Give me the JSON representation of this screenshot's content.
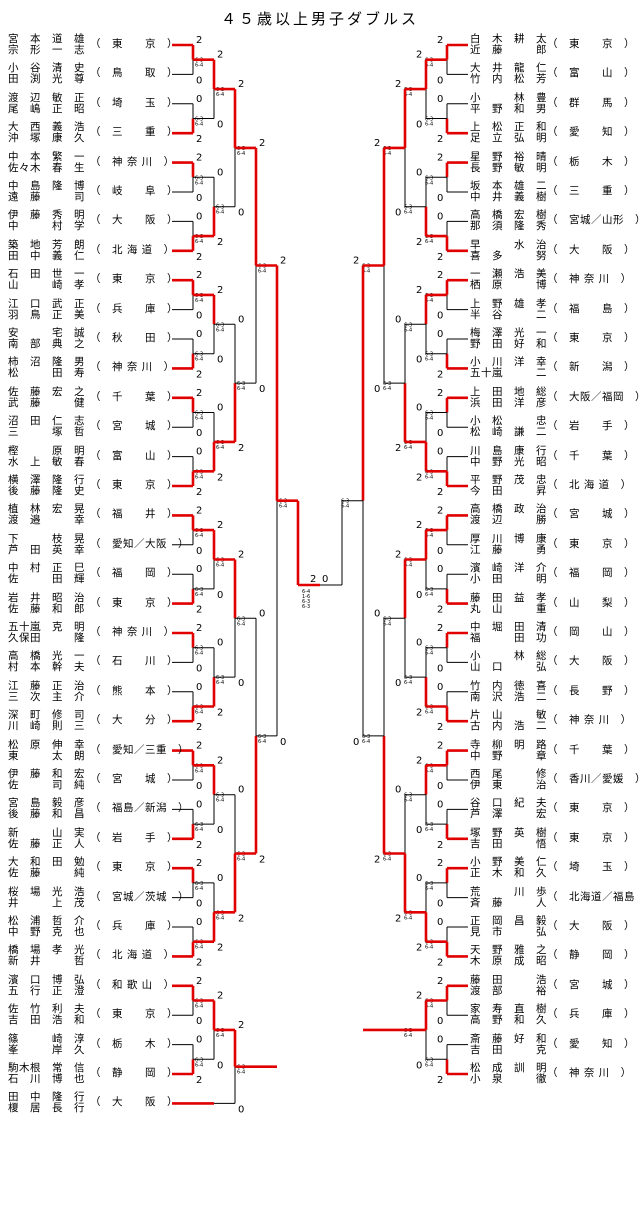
{
  "title": "４５歳以上男子ダブルス",
  "left_entries": [
    {
      "p1": "宮　本　道　雄",
      "p2": "宗　形　一　志",
      "pref": "（　東　　京　）"
    },
    {
      "p1": "小　谷　清　史",
      "p2": "田　渕　光　尊",
      "pref": "（　鳥　　取　）"
    },
    {
      "p1": "渡　辺　敏　正",
      "p2": "尾　嶋　正　昭",
      "pref": "（　埼　　玉　）"
    },
    {
      "p1": "大　西　義　浩",
      "p2": "沖　塚　康　久",
      "pref": "（　三　　重　）"
    },
    {
      "p1": "中　本　繁　一",
      "p2": "佐々木　春　生",
      "pref": "（　神 奈 川　）"
    },
    {
      "p1": "中　島　隆　博",
      "p2": "遠　藤　　　司",
      "pref": "（　岐　　阜　）"
    },
    {
      "p1": "伊　藤　秀　明",
      "p2": "中　　　村　学",
      "pref": "（　大　　阪　）"
    },
    {
      "p1": "築　地　芳　朗",
      "p2": "田　中　義　仁",
      "pref": "（　北 海 道　）"
    },
    {
      "p1": "石　田　世　一",
      "p2": "山　　　崎　孝",
      "pref": "（　東　　京　）"
    },
    {
      "p1": "江　口　武　正",
      "p2": "羽　鳥　正　美",
      "pref": "（　兵　　庫　）"
    },
    {
      "p1": "安　　　宅　誠",
      "p2": "南　部　典　之",
      "pref": "（　秋　　田　）"
    },
    {
      "p1": "柿　沼　隆　男",
      "p2": "松　　　田　寿",
      "pref": "（　神 奈 川　）"
    },
    {
      "p1": "佐　藤　宏　之",
      "p2": "武　藤　　　健",
      "pref": "（　千　　葉　）"
    },
    {
      "p1": "沼　田　仁　志",
      "p2": "三　　　塚　哲",
      "pref": "（　宮　　城　）"
    },
    {
      "p1": "樫　　　原　明",
      "p2": "水　上　敏　春",
      "pref": "（　富　　山　）"
    },
    {
      "p1": "横　澤　隆　行",
      "p2": "後　藤　隆　史",
      "pref": "（　東　　京　）"
    },
    {
      "p1": "植　林　宏　晃",
      "p2": "渡　邉　　　幸",
      "pref": "（　福　　井　）"
    },
    {
      "p1": "下　　　枝　晃",
      "p2": "芦　田　英　幸",
      "pref": "（　愛知／大阪　）"
    },
    {
      "p1": "中　村　正　巳",
      "p2": "佐　　　田　輝",
      "pref": "（　福　　岡　）"
    },
    {
      "p1": "岩　井　昭　治",
      "p2": "佐　藤　和　郎",
      "pref": "（　東　　京　）"
    },
    {
      "p1": "五十嵐　克　明",
      "p2": "久保田　　　隆",
      "pref": "（　神 奈 川　）"
    },
    {
      "p1": "高　橋　光　一",
      "p2": "村　本　幹　夫",
      "pref": "（　石　　川　）"
    },
    {
      "p1": "江　藤　正　治",
      "p2": "三　次　主　介",
      "pref": "（　熊　　本　）"
    },
    {
      "p1": "深　町　修　司",
      "p2": "川　崎　則　三",
      "pref": "（　大　　分　）"
    },
    {
      "p1": "松　原　伸　幸",
      "p2": "東　　　太　朗",
      "pref": "（　愛知／三重　）"
    },
    {
      "p1": "伊　藤　和　宏",
      "p2": "佐　　　司　純",
      "pref": "（　宮　　城　）"
    },
    {
      "p1": "宮　島　毅　彦",
      "p2": "後　藤　和　昌",
      "pref": "（　福島／新潟　）"
    },
    {
      "p1": "新　　　山　実",
      "p2": "佐　藤　正　人",
      "pref": "（　岩　　手　）"
    },
    {
      "p1": "大　和　田　勉",
      "p2": "佐　藤　　　純",
      "pref": "（　東　　京　）"
    },
    {
      "p1": "桜　場　光　浩",
      "p2": "井　　　上　茂",
      "pref": "（　宮城／茨城　）"
    },
    {
      "p1": "松　浦　哲　介",
      "p2": "中　野　克　也",
      "pref": "（　兵　　庫　）"
    },
    {
      "p1": "橋　場　孝　光",
      "p2": "新　井　　　哲",
      "pref": "（　北 海 道　）"
    },
    {
      "p1": "濱　口　博　弘",
      "p2": "五　行　正　澄",
      "pref": "（　和 歌 山　）"
    },
    {
      "p1": "佐　竹　利　夫",
      "p2": "吉　田　浩　和",
      "pref": "（　東　　京　）"
    },
    {
      "p1": "篠　　　崎　淳",
      "p2": "峯　　　岸　久",
      "pref": "（　栃　　木　）"
    },
    {
      "p1": "駒木根　常　信",
      "p2": "石　川　博　也",
      "pref": "（　静　　岡　）"
    },
    {
      "p1": "田　中　隆　行",
      "p2": "榎　居　長　行",
      "pref": "（　大　　阪　）"
    }
  ],
  "right_entries": [
    {
      "p1": "白　木　耕　太",
      "p2": "近　藤　　　郎",
      "pref": "（　東　　京　）"
    },
    {
      "p1": "大　井　龍　仁",
      "p2": "竹　内　松　芳",
      "pref": "（　富　　山　）"
    },
    {
      "p1": "小　　　林　豊",
      "p2": "平　野　和　男",
      "pref": "（　群　　馬　）"
    },
    {
      "p1": "上　松　正　和",
      "p2": "足　立　弘　明",
      "pref": "（　愛　　知　）"
    },
    {
      "p1": "星　野　裕　晴",
      "p2": "長　野　敏　明",
      "pref": "（　栃　　木　）"
    },
    {
      "p1": "坂　本　雄　二",
      "p2": "中　井　義　樹",
      "pref": "（　三　　重　）"
    },
    {
      "p1": "高　橋　宏　樹",
      "p2": "那　須　隆　秀",
      "pref": "（　宮城／山形　）"
    },
    {
      "p1": "早　　　水　治",
      "p2": "喜　多　　　努",
      "pref": "（　大　　阪　）"
    },
    {
      "p1": "一　瀬　浩　美",
      "p2": "栖　原　　　博",
      "pref": "（　神 奈 川　）"
    },
    {
      "p1": "上　野　雄　孝",
      "p2": "半　谷　　　二",
      "pref": "（　福　　島　）"
    },
    {
      "p1": "梅　澤　光　一",
      "p2": "野　田　好　和",
      "pref": "（　東　　京　）"
    },
    {
      "p1": "小　川　洋　幸",
      "p2": "五十嵐　　　二",
      "pref": "（　新　　潟　）"
    },
    {
      "p1": "上　田　地　総",
      "p2": "浜　田　洋　彦",
      "pref": "（　大阪／福岡　）"
    },
    {
      "p1": "小　松　　　忠",
      "p2": "松　崎　謙　二",
      "pref": "（　岩　　手　）"
    },
    {
      "p1": "川　島　康　行",
      "p2": "中　野　光　昭",
      "pref": "（　千　　葉　）"
    },
    {
      "p1": "平　野　茂　忠",
      "p2": "今　田　　　昇",
      "pref": "（　北 海 道　）"
    },
    {
      "p1": "高　橋　政　治",
      "p2": "渡　辺　　　勝",
      "pref": "（　宮　　城　）"
    },
    {
      "p1": "厚　川　博　康",
      "p2": "江　藤　　　勇",
      "pref": "（　東　　京　）"
    },
    {
      "p1": "濱　崎　洋　介",
      "p2": "小　田　　　明",
      "pref": "（　福　　岡　）"
    },
    {
      "p1": "藤　田　益　孝",
      "p2": "丸　山　　　重",
      "pref": "（　山　　梨　）"
    },
    {
      "p1": "中　堀　田　清",
      "p2": "福　　　田　功",
      "pref": "（　岡　　山　）"
    },
    {
      "p1": "小　　　林　総",
      "p2": "山　口　　　弘",
      "pref": "（　大　　阪　）"
    },
    {
      "p1": "竹　内　徳　喜",
      "p2": "南　沢　浩　二",
      "pref": "（　長　　野　）"
    },
    {
      "p1": "片　山　　　敏",
      "p2": "古　内　浩　二",
      "pref": "（　神 奈 川　）"
    },
    {
      "p1": "寺　柳　明　路",
      "p2": "中　野　　　章",
      "pref": "（　千　　葉　）"
    },
    {
      "p1": "西　尾　　　修",
      "p2": "伊　東　　　治",
      "pref": "（　香川／愛媛　）"
    },
    {
      "p1": "谷　口　紀　夫",
      "p2": "芦　澤　　　宏",
      "pref": "（　東　　京　）"
    },
    {
      "p1": "塚　野　英　樹",
      "p2": "吉　田　　　悟",
      "pref": "（　東　　京　）"
    },
    {
      "p1": "小　野　美　仁",
      "p2": "正　木　和　久",
      "pref": "（　埼　　玉　）"
    },
    {
      "p1": "荒　　　川　歩",
      "p2": "斉　藤　　　人",
      "pref": "（　北海道／福島　）"
    },
    {
      "p1": "正　岡　昌　毅",
      "p2": "見　市　　　弘",
      "pref": "（　大　　阪　）"
    },
    {
      "p1": "天　野　雅　之",
      "p2": "木　原　成　昭",
      "pref": "（　静　　岡　）"
    },
    {
      "p1": "藤　田　　　浩",
      "p2": "渡　部　　　裕",
      "pref": "（　宮　　城　）"
    },
    {
      "p1": "家　寿　直　樹",
      "p2": "高　野　和　久",
      "pref": "（　兵　　庫　）"
    },
    {
      "p1": "斎　藤　好　和",
      "p2": "吉　田　　　克",
      "pref": "（　愛　　知　）"
    },
    {
      "p1": "松　成　訓　明",
      "p2": "小　泉　　　徹",
      "pref": "（　神 奈 川　）"
    }
  ],
  "final": {
    "left_score": "2",
    "right_score": "0",
    "sets": "6-4 / 1-6 / 6-3 / 6-3"
  },
  "bracket_scores": {
    "win": "2",
    "loss": "0",
    "one": "1"
  },
  "colors": {
    "winner_line": "#e00000",
    "line": "#000000"
  }
}
